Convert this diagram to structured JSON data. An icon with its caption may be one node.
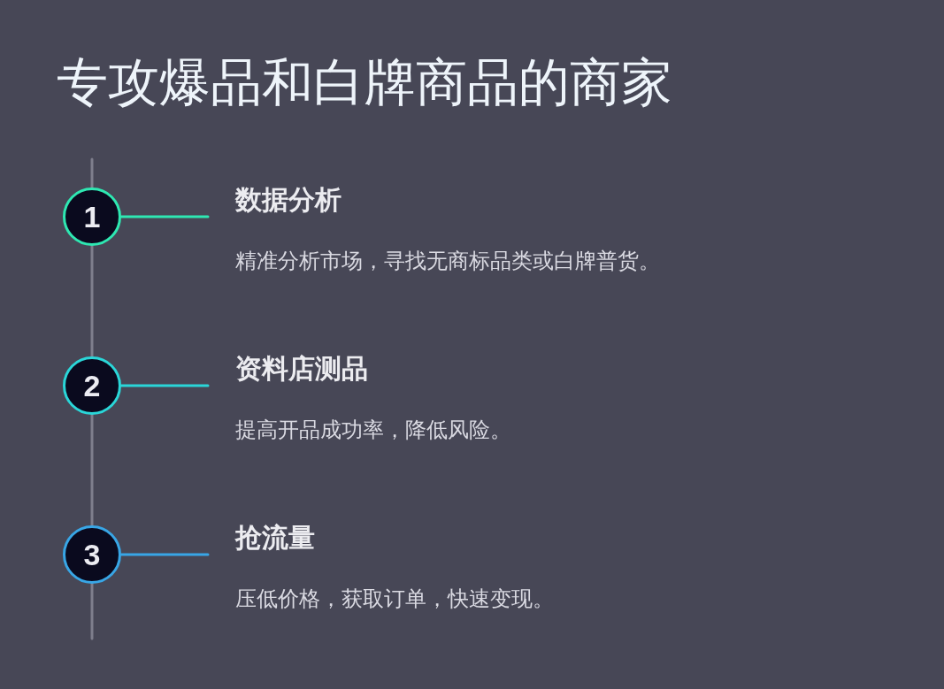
{
  "diagram": {
    "title": "专攻爆品和白牌商品的商家",
    "nodes": [
      {
        "text": [
          "1"
        ]
      },
      {
        "text": [
          "数据分析",
          "精准分析市场，寻找无商标品类或白牌普货。"
        ]
      },
      {
        "text": [
          "2"
        ]
      },
      {
        "text": [
          "资料店测品",
          "提高开品成功率，降低风险。"
        ]
      },
      {
        "text": [
          "3"
        ]
      },
      {
        "text": [
          "抢流量",
          "压低价格，获取订单，快速变现。"
        ]
      }
    ],
    "edges": [
      {
        "from": 0,
        "to": 1,
        "arrow": "none",
        "color": "#2ee8b2"
      },
      {
        "from": 2,
        "to": 3,
        "arrow": "none",
        "color": "#2ad6d8"
      },
      {
        "from": 4,
        "to": 5,
        "arrow": "none",
        "color": "#38a6e6"
      },
      {
        "from": 0,
        "to": 2,
        "arrow": "none",
        "color": "#7e7e8c"
      },
      {
        "from": 2,
        "to": 4,
        "arrow": "none",
        "color": "#7e7e8c"
      }
    ]
  }
}
